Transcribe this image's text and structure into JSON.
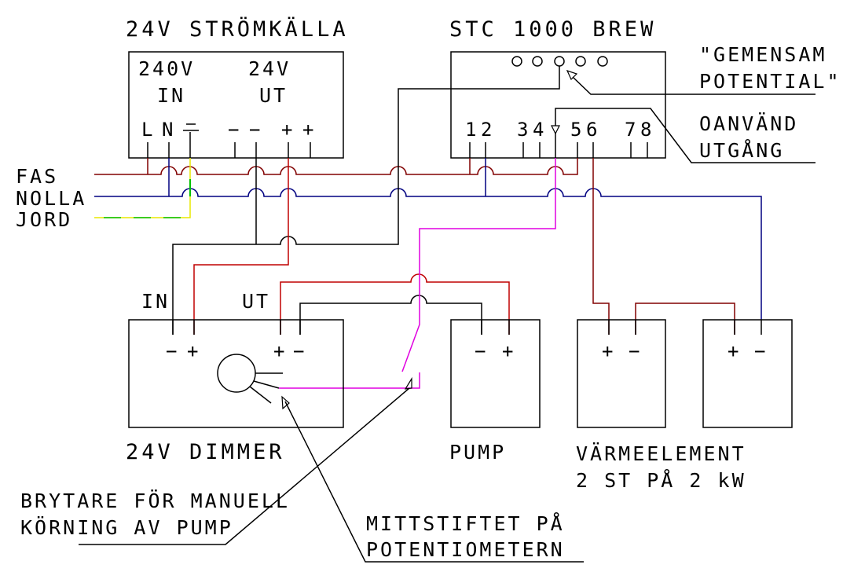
{
  "colors": {
    "line": "#000000",
    "fas": "#800000",
    "nolla": "#000080",
    "jord_yellow": "#ffff00",
    "jord_green": "#00c000",
    "plus_24v": "#c00000",
    "signal": "#e000e0"
  },
  "power_supply": {
    "title": "24V STRÖMKÄLLA",
    "in_voltage": "240V",
    "in_label": "IN",
    "out_voltage": "24V",
    "out_label": "UT",
    "terminals": [
      "L",
      "N",
      "⏚",
      "−",
      "−",
      "+",
      "+"
    ]
  },
  "controller": {
    "title": "STC 1000 BREW",
    "terminals": [
      "1",
      "2",
      "3",
      "4",
      "5",
      "6",
      "7",
      "8"
    ],
    "leds": 5
  },
  "annotations": {
    "common_potential": [
      "\"GEMENSAM",
      "POTENTIAL\""
    ],
    "unused_output": [
      "OANVÄND",
      "UTGÅNG"
    ],
    "manual_switch": [
      "BRYTARE FÖR MANUELL",
      "KÖRNING AV PUMP"
    ],
    "pot_wiper": [
      "MITTSTIFTET PÅ",
      "POTENTIOMETERN"
    ]
  },
  "mains": {
    "fas": "FAS",
    "nolla": "NOLLA",
    "jord": "JORD"
  },
  "dimmer": {
    "title": "24V DIMMER",
    "in_label": "IN",
    "out_label": "UT",
    "in_terminals": [
      "−",
      "+"
    ],
    "out_terminals": [
      "+",
      "−"
    ]
  },
  "pump": {
    "title": "PUMP",
    "terminals": [
      "−",
      "+"
    ]
  },
  "heaters": {
    "title": "VÄRMEELEMENT",
    "subtitle": "2 ST PÅ 2 kW",
    "terminals": [
      "+",
      "−"
    ]
  }
}
